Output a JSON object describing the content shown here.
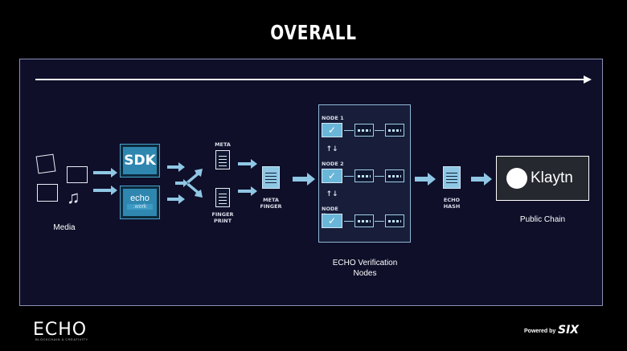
{
  "title": "OVERALL",
  "media": {
    "label": "Media"
  },
  "sdk": {
    "label": "SDK"
  },
  "echo_work": {
    "line1": "echo",
    "line2": ".work"
  },
  "meta": {
    "label": "META"
  },
  "finger_print": {
    "label_line1": "FINGER",
    "label_line2": "PRINT"
  },
  "meta_finger": {
    "label_line1": "META",
    "label_line2": "FINGER"
  },
  "verification": {
    "nodes": [
      {
        "label": "NODE 1"
      },
      {
        "label": "NODE 2"
      },
      {
        "label": "NODE X..."
      }
    ],
    "caption_line1": "ECHO Verification",
    "caption_line2": "Nodes"
  },
  "echo_hash": {
    "label_line1": "ECHO",
    "label_line2": "HASH"
  },
  "public_chain": {
    "brand": "Klaytn",
    "label": "Public Chain"
  },
  "footer": {
    "logo": "ECHO",
    "logo_sub": "BLOCKCHAIN & CREATIVITY",
    "powered_by": "Powered by",
    "six_logo": "SIX"
  },
  "colors": {
    "background": "#000000",
    "panel": "#0f0f2a",
    "accent": "#2f87b0",
    "light_accent": "#8fc7e4"
  }
}
